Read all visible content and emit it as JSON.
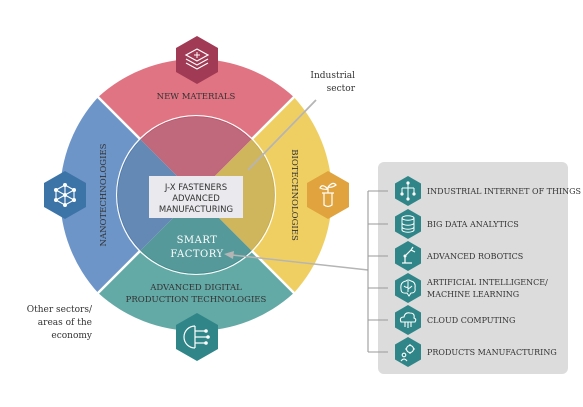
{
  "sectors": {
    "new_materials": "NEW MATERIALS",
    "biotechnologies": "BIOTECHNOLOGIES",
    "nanotechnologies": "NANOTECHNOLOGIES",
    "advanced_digital_line1": "ADVANCED DIGITAL",
    "advanced_digital_line2": "PRODUCTION TECHNOLOGIES"
  },
  "center": {
    "line1": "J-X FASTENERS",
    "line2": "ADVANCED",
    "line3": "MANUFACTURING",
    "smart_line1": "SMART",
    "smart_line2": "FACTORY"
  },
  "annotations": {
    "industrial_line1": "Industrial",
    "industrial_line2": "sector",
    "other_line1": "Other sectors/",
    "other_line2": "areas of the",
    "other_line3": "economy"
  },
  "technologies": [
    {
      "label": "INDUSTRIAL INTERNET OF THINGS",
      "icon": "iot-tree-icon"
    },
    {
      "label": "BIG DATA ANALYTICS",
      "icon": "database-icon"
    },
    {
      "label": "ADVANCED ROBOTICS",
      "icon": "robot-arm-icon"
    },
    {
      "label": "ARTIFICIAL INTELLIGENCE/",
      "label2": "MACHINE LEARNING",
      "icon": "brain-icon"
    },
    {
      "label": "CLOUD COMPUTING",
      "icon": "cloud-icon"
    },
    {
      "label": "PRODUCTS MANUFACTURING",
      "icon": "gear-person-icon"
    }
  ],
  "colors": {
    "red": "#e07482",
    "yellow": "#f0cf62",
    "blue": "#6d95c8",
    "teal": "#63a9a6",
    "dark_red": "#a03a55",
    "dark_yellow": "#e0a33d",
    "dark_blue": "#3d74a8",
    "dark_teal": "#2f8587",
    "panel": "#dcdcdc"
  }
}
